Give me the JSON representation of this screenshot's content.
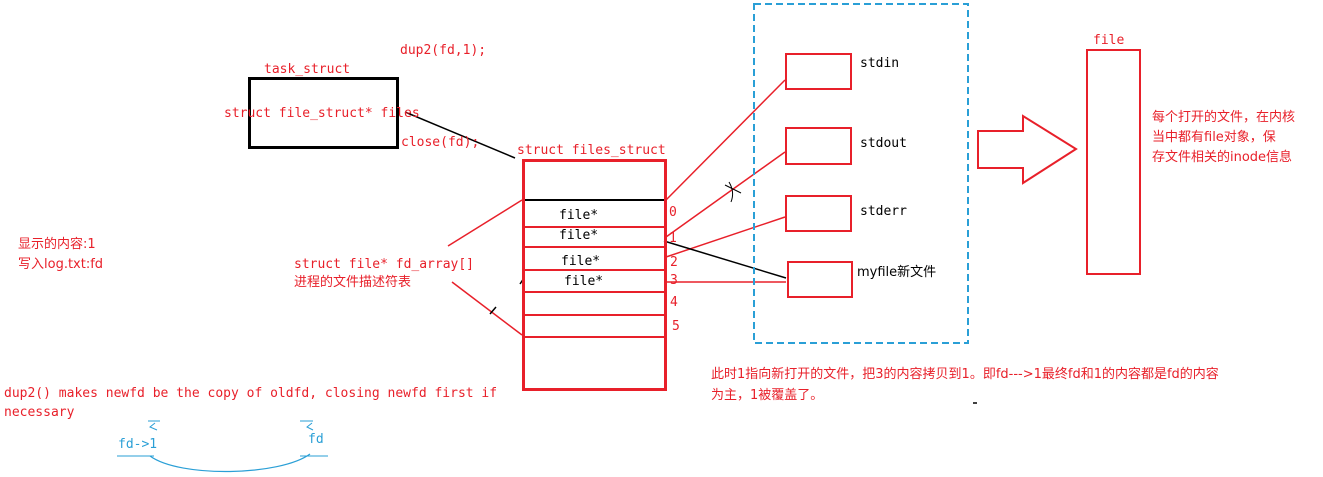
{
  "code": {
    "dup2_call": "dup2(fd,1);",
    "close_call": "close(fd);"
  },
  "task_struct": {
    "label": "task_struct",
    "field": "struct file_struct* files"
  },
  "files_struct": {
    "label": "struct files_struct",
    "entries": [
      "file*",
      "file*",
      "file*",
      "file*"
    ],
    "indices": [
      "0",
      "1",
      "2",
      "3",
      "4",
      "5"
    ],
    "array_label": "struct file* fd_array[]",
    "array_desc": "进程的文件描述符表"
  },
  "files": {
    "stdin": "stdin",
    "stdout": "stdout",
    "stderr": "stderr",
    "myfile": "myfile新文件"
  },
  "file_obj": {
    "label": "file",
    "desc_lines": [
      "每个打开的文件，在内核",
      "当中都有file对象，保",
      "存文件相关的inode信息"
    ]
  },
  "left_notes": {
    "display": "显示的内容:1",
    "written": "写入log.txt:fd"
  },
  "bottom_note": {
    "line1": "此时1指向新打开的文件，把3的内容拷贝到1。即fd--->1最终fd和1的内容都是fd的内容",
    "line2": "为主，1被覆盖了。"
  },
  "dup2_desc": {
    "line1": "dup2() makes newfd be the copy of oldfd, closing newfd first if",
    "line2": "necessary"
  },
  "annotations": {
    "fd_to_1": "fd->1",
    "fd": "fd"
  },
  "colors": {
    "red": "#e8202a",
    "black": "#000000",
    "blue": "#2a9fd6"
  }
}
